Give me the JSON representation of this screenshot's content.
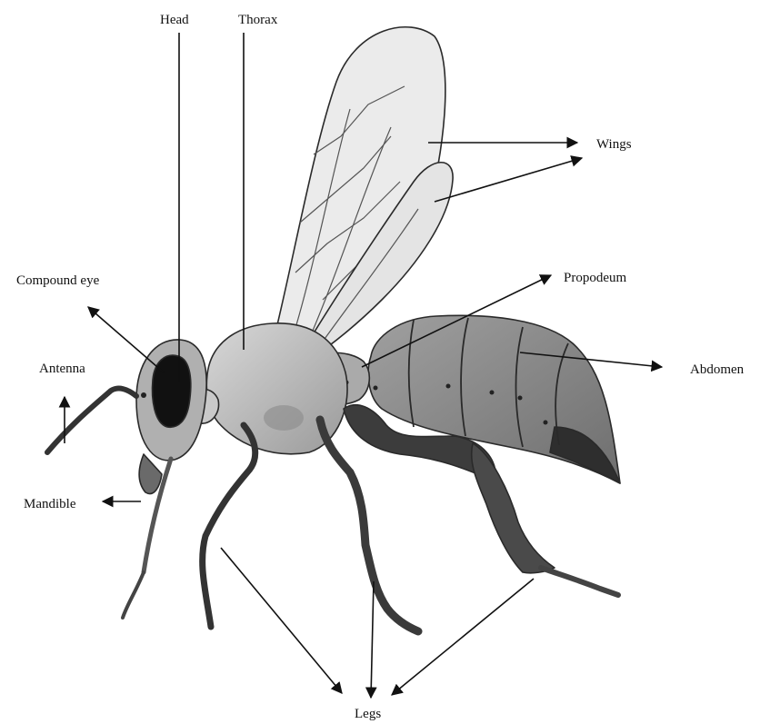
{
  "labels": {
    "head": "Head",
    "thorax": "Thorax",
    "wings": "Wings",
    "propodeum": "Propodeum",
    "compound_eye": "Compound eye",
    "antenna": "Antenna",
    "abdomen": "Abdomen",
    "mandible": "Mandible",
    "legs": "Legs"
  },
  "colors": {
    "ink": "#111111",
    "outline": "#2a2a2a",
    "wing_fill": "#e9e9e9",
    "body_light": "#bdbdbd",
    "body_mid": "#8c8c8c",
    "body_dark": "#3a3a3a",
    "eye": "#111111"
  }
}
